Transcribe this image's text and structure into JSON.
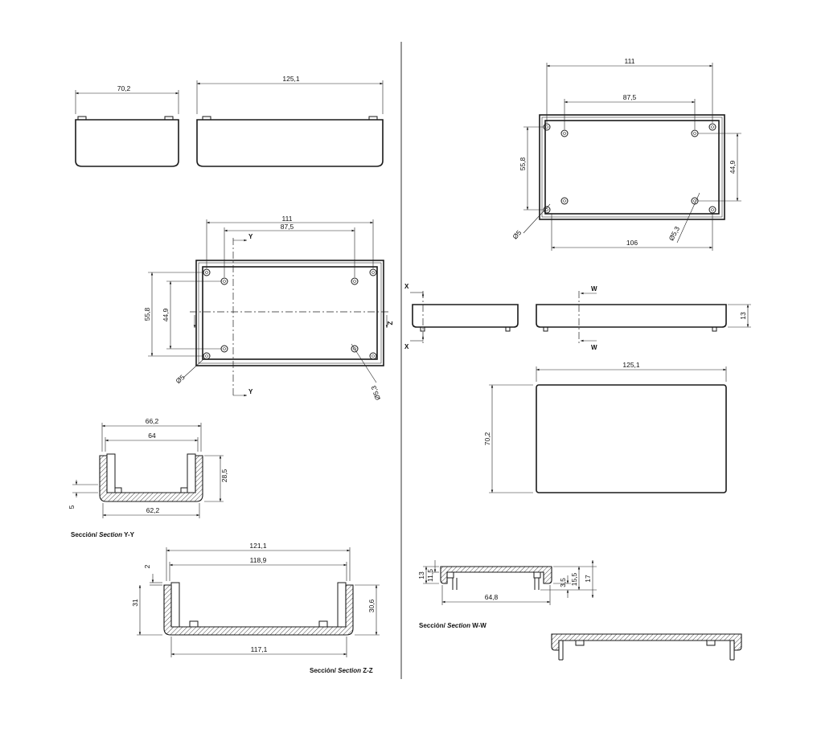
{
  "views": {
    "top_left": {
      "width_label": "70,2",
      "length_label": "125,1"
    },
    "plan_left": {
      "dim_111": "111",
      "dim_87_5": "87,5",
      "dim_55_8": "55,8",
      "dim_44_9": "44,9",
      "dia_5": "Ø5",
      "dia_5_3": "Ø5,3",
      "cut_y": "Y",
      "cut_z": "Z"
    },
    "section_yy": {
      "dim_66_2": "66,2",
      "dim_64": "64",
      "dim_28_5": "28,5",
      "dim_5": "5",
      "dim_62_2": "62,2",
      "caption_prefix": "Sección/ ",
      "caption_italic": "Section",
      "caption_suffix": " Y-Y"
    },
    "section_zz": {
      "dim_121_1": "121,1",
      "dim_118_9": "118,9",
      "dim_2": "2",
      "dim_31": "31",
      "dim_30_6": "30,6",
      "dim_117_1": "117,1",
      "caption_prefix": "Sección/ ",
      "caption_italic": "Section",
      "caption_suffix": " Z-Z"
    },
    "plan_right": {
      "dim_111": "111",
      "dim_87_5": "87,5",
      "dim_55_8": "55,8",
      "dim_44_9": "44,9",
      "dim_106": "106",
      "dia_5": "Ø5",
      "dia_5_3": "Ø5,3"
    },
    "lid_side": {
      "cut_x": "X",
      "cut_w": "W",
      "dim_13": "13"
    },
    "lid_plan": {
      "dim_125_1": "125,1",
      "dim_70_2": "70,2"
    },
    "section_ww": {
      "dim_13": "13",
      "dim_11_5": "11,5",
      "dim_3_5": "3,5",
      "dim_15_5": "15,5",
      "dim_17": "17",
      "dim_64_8": "64,8",
      "caption_prefix": "Sección/ ",
      "caption_italic": "Section",
      "caption_suffix": " W-W"
    }
  }
}
